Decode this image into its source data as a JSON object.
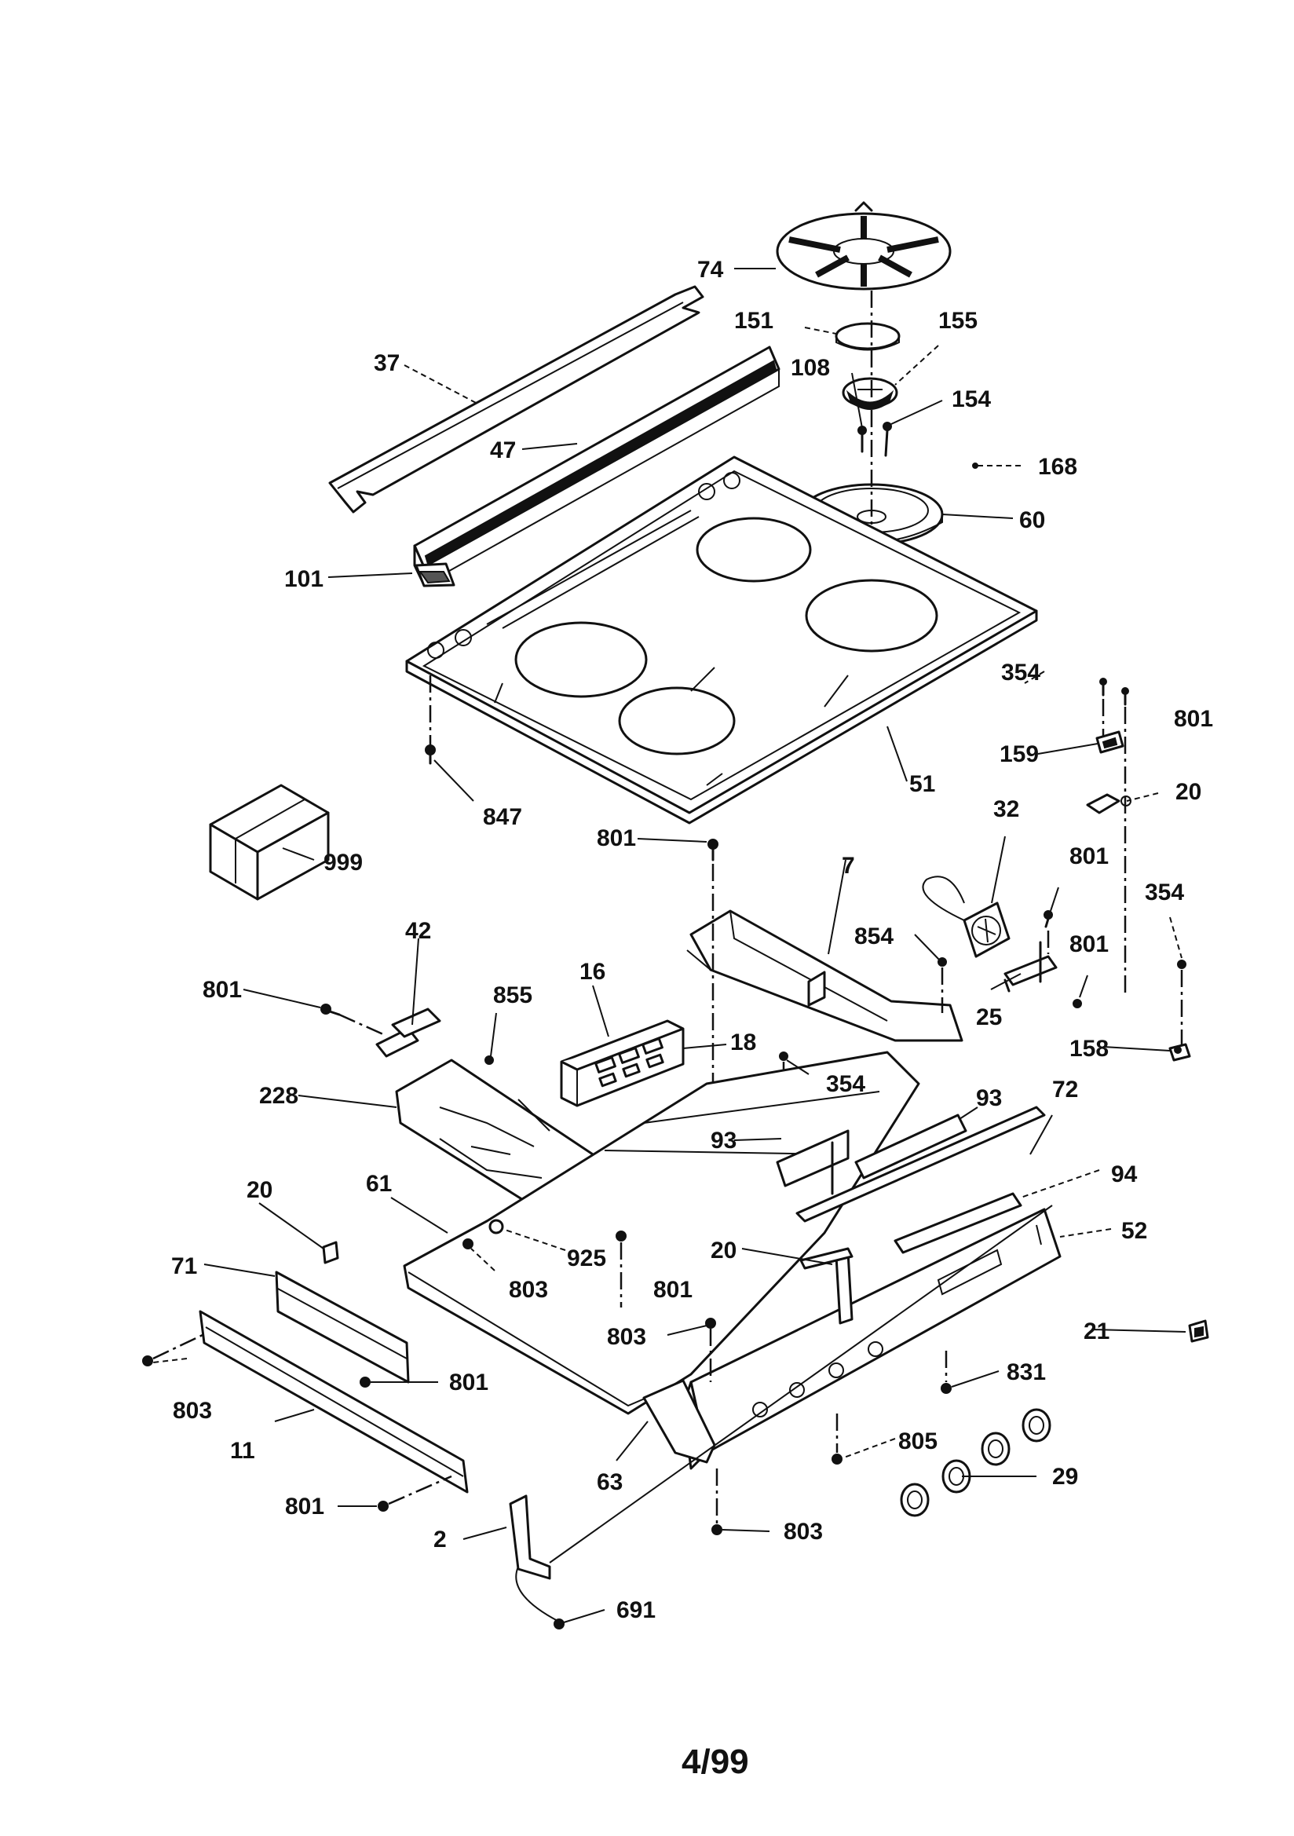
{
  "callouts": {
    "c74": "74",
    "c151": "151",
    "c155": "155",
    "c37": "37",
    "c108": "108",
    "c154": "154",
    "c47": "47",
    "c168": "168",
    "c60": "60",
    "c101": "101",
    "c354a": "354",
    "c801a": "801",
    "c159": "159",
    "c51": "51",
    "c20a": "20",
    "c847": "847",
    "c32": "32",
    "c801b": "801",
    "c801c": "801",
    "c7": "7",
    "c354b": "354",
    "c999": "999",
    "c854": "854",
    "c801d": "801",
    "c42": "42",
    "c16": "16",
    "c801e": "801",
    "c855": "855",
    "c25": "25",
    "c18": "18",
    "c158": "158",
    "c228": "228",
    "c354c": "354",
    "c93a": "93",
    "c72": "72",
    "c93b": "93",
    "c94": "94",
    "c20b": "20",
    "c61": "61",
    "c52": "52",
    "c20c": "20",
    "c925": "925",
    "c71": "71",
    "c803a": "803",
    "c801f": "801",
    "c21": "21",
    "c803b": "803",
    "c831": "831",
    "c801g": "801",
    "c803c": "803",
    "c805": "805",
    "c11": "11",
    "c63": "63",
    "c29": "29",
    "c801h": "801",
    "c803d": "803",
    "c2": "2",
    "c691": "691"
  },
  "footer": {
    "page_code": "4/99"
  }
}
